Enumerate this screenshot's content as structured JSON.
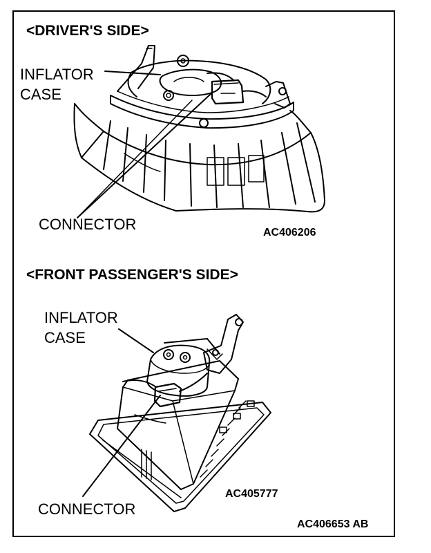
{
  "drivers_side": {
    "heading": "<DRIVER'S SIDE>",
    "inflator_case_label": [
      "INFLATOR",
      "CASE"
    ],
    "connector_label": "CONNECTOR",
    "figure_code": "AC406206"
  },
  "passenger_side": {
    "heading": "<FRONT PASSENGER'S SIDE>",
    "inflator_case_label": [
      "INFLATOR",
      "CASE"
    ],
    "connector_label": "CONNECTOR",
    "figure_code": "AC405777"
  },
  "figure_code": "AC406653 AB"
}
